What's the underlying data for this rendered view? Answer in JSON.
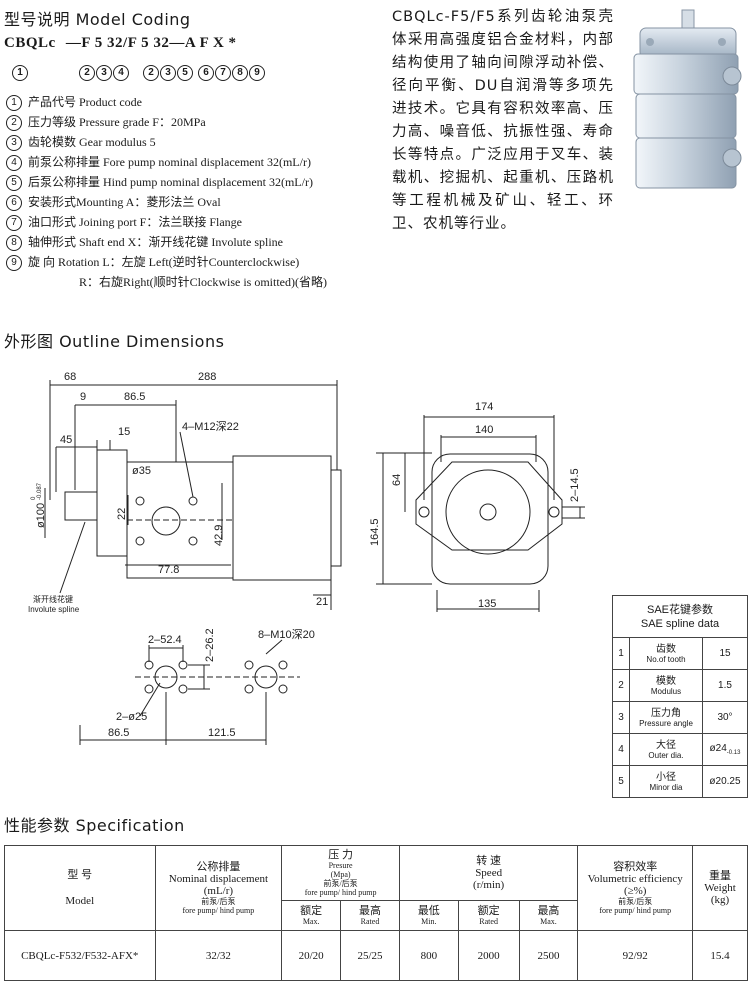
{
  "coding": {
    "title": "型号说明  Model Coding",
    "code_parts": [
      "CBQLc",
      "—",
      "F",
      "5",
      "32/",
      "F",
      "5",
      "32",
      "—",
      "A",
      "F",
      "X",
      "*"
    ],
    "numbers": [
      "1",
      "2",
      "3",
      "4",
      "2",
      "3",
      "5",
      "6",
      "7",
      "8",
      "9"
    ],
    "items": [
      {
        "n": "1",
        "text": "产品代号 Product code"
      },
      {
        "n": "2",
        "text": "压力等级 Pressure grade F：20MPa"
      },
      {
        "n": "3",
        "text": "齿轮模数 Gear modulus 5"
      },
      {
        "n": "4",
        "text": "前泵公称排量 Fore pump nominal displacement 32(mL/r)"
      },
      {
        "n": "5",
        "text": "后泵公称排量 Hind pump nominal displacement 32(mL/r)"
      },
      {
        "n": "6",
        "text": "安装形式Mounting A：菱形法兰 Oval"
      },
      {
        "n": "7",
        "text": "油口形式 Joining port F：法兰联接 Flange"
      },
      {
        "n": "8",
        "text": "轴伸形式 Shaft end X：渐开线花键 Involute spline"
      },
      {
        "n": "9",
        "text": "旋      向 Rotation L：左旋 Left(逆时针Counterclockwise)"
      }
    ],
    "rotation_r": "R：右旋Right(顺时针Clockwise is omitted)(省略)"
  },
  "description": "CBQLc-F5/F5系列齿轮油泵壳体采用高强度铝合金材料，内部结构使用了轴向间隙浮动补偿、径向平衡、DU自润滑等多项先进技术。它具有容积效率高、压力高、噪音低、抗振性强、寿命长等特点。广泛应用于叉车、装载机、挖掘机、起重机、压路机等工程机械及矿山、轻工、环卫、农机等行业。",
  "outline": {
    "title": "外形图  Outline Dimensions",
    "dims": {
      "d68": "68",
      "d288": "288",
      "d9": "9",
      "d86_5": "86.5",
      "d45": "45",
      "d15": "15",
      "m12": "4–M12深22",
      "d35": "ø35",
      "d42_9": "42.9",
      "d22": "22",
      "d77_8": "77.8",
      "d21": "21",
      "d100": "ø100",
      "d100_tol_up": "0",
      "d100_tol_low": "-0.087",
      "spline_cn": "渐开线花键",
      "spline_en": "Involute spline",
      "d174": "174",
      "d140": "140",
      "d64": "64",
      "d164_5": "164.5",
      "d2_14_5": "2–14.5",
      "d135": "135",
      "d2_52_4": "2–52.4",
      "d2_26_2": "2–26.2",
      "m10": "8–M10深20",
      "d2_25": "2–ø25",
      "d86_5b": "86.5",
      "d121_5": "121.5"
    }
  },
  "spline": {
    "title_cn": "SAE花键参数",
    "title_en": "SAE spline data",
    "rows": [
      {
        "n": "1",
        "cn": "齿数",
        "en": "No.of tooth",
        "val": "15"
      },
      {
        "n": "2",
        "cn": "模数",
        "en": "Modulus",
        "val": "1.5"
      },
      {
        "n": "3",
        "cn": "压力角",
        "en": "Pressure angle",
        "val": "30°"
      },
      {
        "n": "4",
        "cn": "大径",
        "en": "Outer dia.",
        "val": "ø24",
        "tol": "-0.13"
      },
      {
        "n": "5",
        "cn": "小径",
        "en": "Minor dia",
        "val": "ø20.25"
      }
    ]
  },
  "spec": {
    "title": "性能参数  Specification",
    "h_model_cn": "型     号",
    "h_model_en": "Model",
    "h_disp_cn": "公称排量",
    "h_disp_en": "Nominal displacement",
    "h_disp_unit": "(mL/r)",
    "h_disp_sub_cn": "前泵/后泵",
    "h_disp_sub_en": "fore pump/ hind pump",
    "h_pres_cn": "压      力",
    "h_pres_en": "Presure",
    "h_pres_unit": "(Mpa)",
    "h_pres_sub_cn": "前泵/后泵",
    "h_pres_sub_en": "fore pump/ hind pump",
    "h_rated_cn": "额定",
    "h_rated_en": "Max.",
    "h_max_cn": "最高",
    "h_max_en": "Rated",
    "h_speed_cn": "转     速",
    "h_speed_en": "Speed",
    "h_speed_unit": "(r/min)",
    "h_min_cn": "最低",
    "h_min_en": "Min.",
    "h_srated_cn": "额定",
    "h_srated_en": "Rated",
    "h_smax_cn": "最高",
    "h_smax_en": "Max.",
    "h_eff_cn": "容积效率",
    "h_eff_en": "Volumetric efficiency",
    "h_eff_unit": "(≥%)",
    "h_eff_sub_cn": "前泵/后泵",
    "h_eff_sub_en": "fore pump/ hind pump",
    "h_wt_cn": "重量",
    "h_wt_en": "Weight",
    "h_wt_unit": "(kg)",
    "row": {
      "model": "CBQLc-F532/F532-AFX*",
      "disp": "32/32",
      "p_rated": "20/20",
      "p_max": "25/25",
      "s_min": "800",
      "s_rated": "2000",
      "s_max": "2500",
      "eff": "92/92",
      "weight": "15.4"
    }
  }
}
